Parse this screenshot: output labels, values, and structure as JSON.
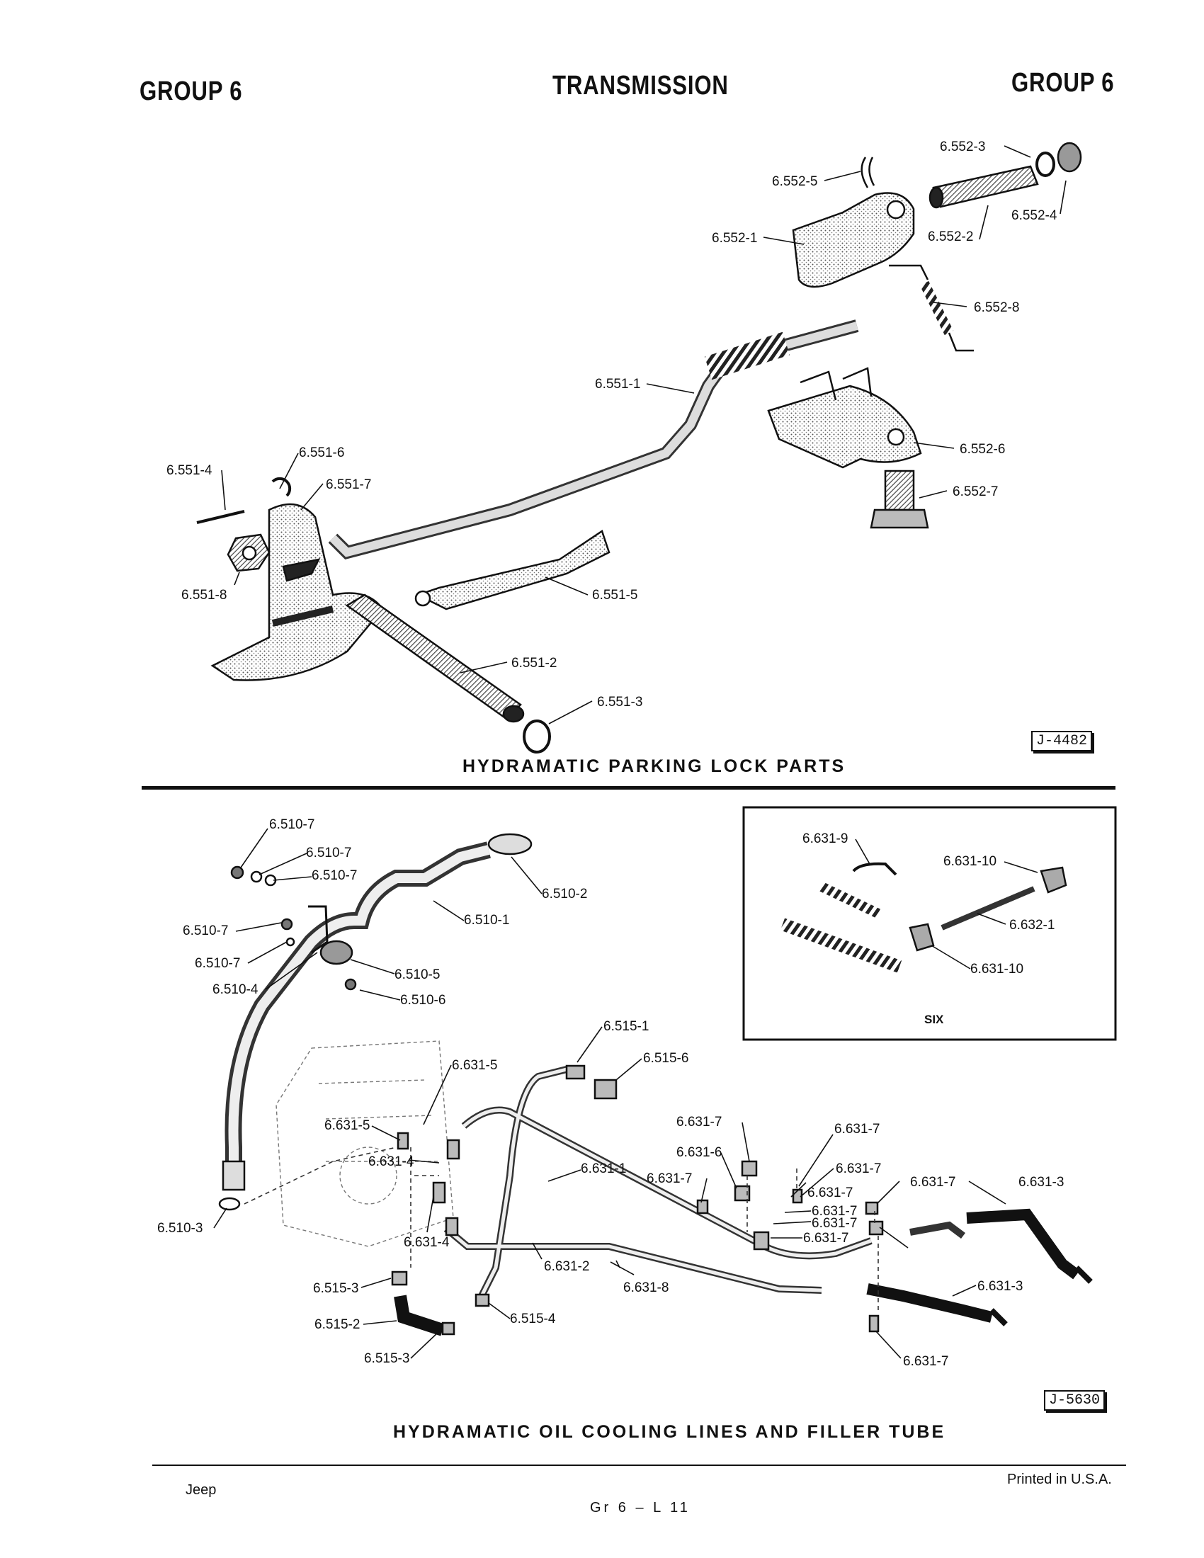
{
  "header": {
    "left": "GROUP 6",
    "center": "TRANSMISSION",
    "right": "GROUP 6"
  },
  "figure1": {
    "caption": "HYDRAMATIC PARKING LOCK PARTS",
    "ref": "J-4482",
    "labels": [
      "6.552-3",
      "6.552-5",
      "6.552-4",
      "6.552-1",
      "6.552-2",
      "6.552-8",
      "6.551-1",
      "6.552-6",
      "6.551-4",
      "6.551-6",
      "6.551-7",
      "6.552-7",
      "6.551-8",
      "6.551-5",
      "6.551-2",
      "6.551-3"
    ]
  },
  "figure2": {
    "caption": "HYDRAMATIC OIL COOLING LINES AND FILLER TUBE",
    "ref": "J-5630",
    "inset_caption": "SIX",
    "labels": [
      "6.510-7",
      "6.510-7",
      "6.510-7",
      "6.510-2",
      "6.510-1",
      "6.510-7",
      "6.510-7",
      "6.510-5",
      "6.510-4",
      "6.510-6",
      "6.631-9",
      "6.631-10",
      "6.632-1",
      "6.631-10",
      "6.515-1",
      "6.515-6",
      "6.631-5",
      "6.631-5",
      "6.631-7",
      "6.631-7",
      "6.631-4",
      "6.631-1",
      "6.631-6",
      "6.631-7",
      "6.631-7",
      "6.631-7",
      "6.631-3",
      "6.631-7",
      "6.631-7",
      "6.510-3",
      "6.631-7",
      "6.631-4",
      "6.631-2",
      "6.631-8",
      "6.631-7",
      "6.631-3",
      "6.515-3",
      "6.515-2",
      "6.515-4",
      "6.515-3",
      "6.631-7"
    ]
  },
  "footer": {
    "left": "Jeep",
    "center": "Gr 6 – L 11",
    "right": "Printed in U.S.A."
  }
}
